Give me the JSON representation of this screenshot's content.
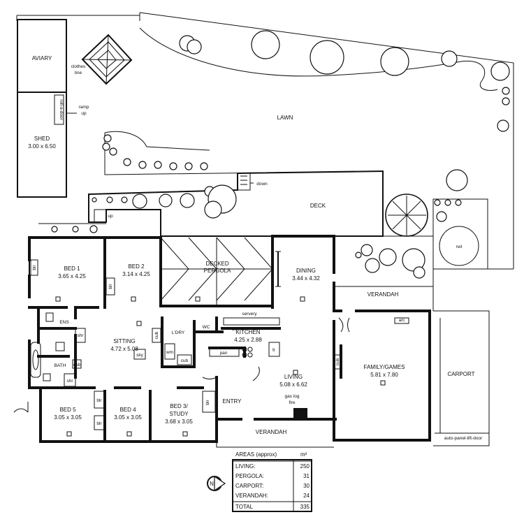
{
  "outbuildings": {
    "aviary": "AVIARY",
    "clothes_line": [
      "clothes",
      "line"
    ],
    "ramp_up": [
      "ramp",
      "up"
    ],
    "roll_a_door": "roll-a-door",
    "shed": "SHED",
    "shed_size": "3.00 x 6.50"
  },
  "garden": {
    "lawn": "LAWN",
    "deck": "DECK",
    "down": "down",
    "up": "up",
    "rwt": "rwt"
  },
  "rooms": [
    {
      "id": "bed1",
      "name": "BED 1",
      "size": "3.65 x 4.25"
    },
    {
      "id": "bed2",
      "name": "BED 2",
      "size": "3.14 x 4.25"
    },
    {
      "id": "pergola",
      "name": "DECKED",
      "size": "PERGOLA"
    },
    {
      "id": "dining",
      "name": "DINING",
      "size": "3.44 x 4.32"
    },
    {
      "id": "sitting",
      "name": "SITTING",
      "size": "4.72 x 5.08"
    },
    {
      "id": "kitchen",
      "name": "KITCHEN",
      "size": "4.25 x 2.88"
    },
    {
      "id": "living",
      "name": "LIVING",
      "size": "5.08 x 6.62"
    },
    {
      "id": "family",
      "name": "FAMILY/GAMES",
      "size": "5.81 x 7.80"
    },
    {
      "id": "bed5",
      "name": "BED 5",
      "size": "3.05 x 3.05"
    },
    {
      "id": "bed4",
      "name": "BED 4",
      "size": "3.05 x 3.05"
    },
    {
      "id": "bed3",
      "name": "BED 3/",
      "size": "STUDY",
      "size2": "3.68 x 3.05"
    }
  ],
  "small_labels": {
    "ens": "ENS",
    "bath": "BATH",
    "shr": "shr",
    "blr": "blr",
    "cub": "cub",
    "ldry": "L'DRY",
    "wm": "wm",
    "wc": "WC",
    "sky": "sky",
    "servery": "servery",
    "dw": "dw",
    "pan": "pan",
    "fr": "fr",
    "entry": "ENTRY",
    "gas_log": "gas log",
    "fire": "fire",
    "verandah": "VERANDAH",
    "carport": "CARPORT",
    "ac": "a/c",
    "auto_door": "auto-panel-lift-door"
  },
  "areas_table": {
    "heading": "AREAS (approx)",
    "unit": "m²",
    "rows": [
      {
        "label": "LIVING:",
        "value": "250"
      },
      {
        "label": "PERGOLA:",
        "value": "31"
      },
      {
        "label": "CARPORT:",
        "value": "30"
      },
      {
        "label": "VERANDAH:",
        "value": "24"
      }
    ],
    "total_label": "TOTAL",
    "total_value": "335"
  },
  "compass": {
    "letter": "N"
  }
}
